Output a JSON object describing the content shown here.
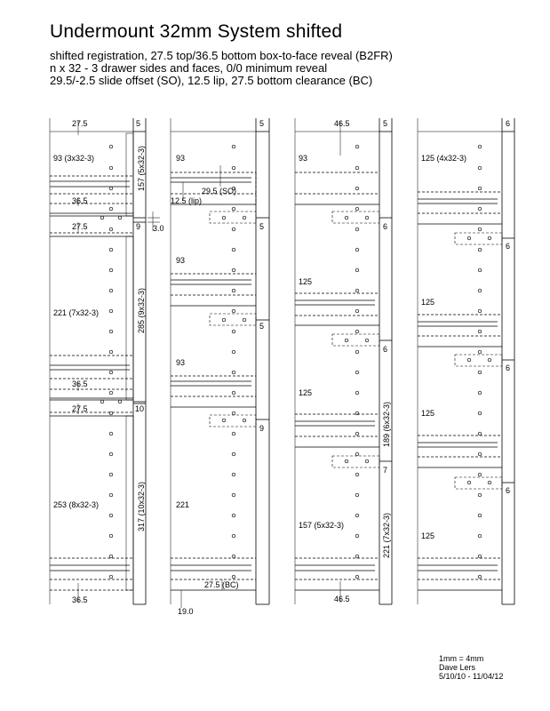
{
  "header": {
    "title": "Undermount 32mm System shifted",
    "lines": [
      "shifted registration, 27.5 top/36.5 bottom box-to-face reveal (B2FR)",
      "n x 32 - 3 drawer sides and faces, 0/0 minimum reveal",
      "29.5/-2.5 slide offset (SO), 12.5 lip, 27.5 bottom clearance (BC)"
    ]
  },
  "footer": {
    "lines": [
      "1mm = 4mm",
      "Dave Lers",
      "5/10/10 - 11/04/12"
    ]
  },
  "columns": [
    {
      "drawers": [
        {
          "tag": "5",
          "label": "93 (3x32-3)",
          "vlabel": "157 (5x32-3)"
        },
        {
          "tag": "9",
          "label": "221 (7x32-3)",
          "vlabel": "285 (9x32-3)"
        },
        {
          "tag": "10",
          "label": "253 (8x32-3)",
          "vlabel": "317 (10x32-3)"
        }
      ],
      "dims": [
        "27.5",
        "36.5",
        "27.5",
        "36.5",
        "27.5",
        "36.5",
        "3.0"
      ]
    },
    {
      "drawers": [
        {
          "tag": "5",
          "label": "93"
        },
        {
          "tag": "5",
          "label": "93"
        },
        {
          "tag": "5",
          "label": "93"
        },
        {
          "tag": "9",
          "label": "221"
        }
      ],
      "dims": [
        "29.5 (SO)",
        "12.5 (lip)",
        "27.5 (BC)",
        "19.0"
      ]
    },
    {
      "drawers": [
        {
          "tag": "5",
          "label": "93"
        },
        {
          "tag": "6",
          "label": "125"
        },
        {
          "tag": "6",
          "label": "125",
          "vlabel": "189 (6x32-3)"
        },
        {
          "tag": "7",
          "label": "157 (5x32-3)",
          "vlabel": "221 (7x32-3)"
        }
      ],
      "dims": [
        "46.5",
        "46.5"
      ]
    },
    {
      "drawers": [
        {
          "tag": "6",
          "label": "125 (4x32-3)"
        },
        {
          "tag": "6",
          "label": "125"
        },
        {
          "tag": "6",
          "label": "125"
        },
        {
          "tag": "6",
          "label": "125"
        }
      ]
    }
  ]
}
